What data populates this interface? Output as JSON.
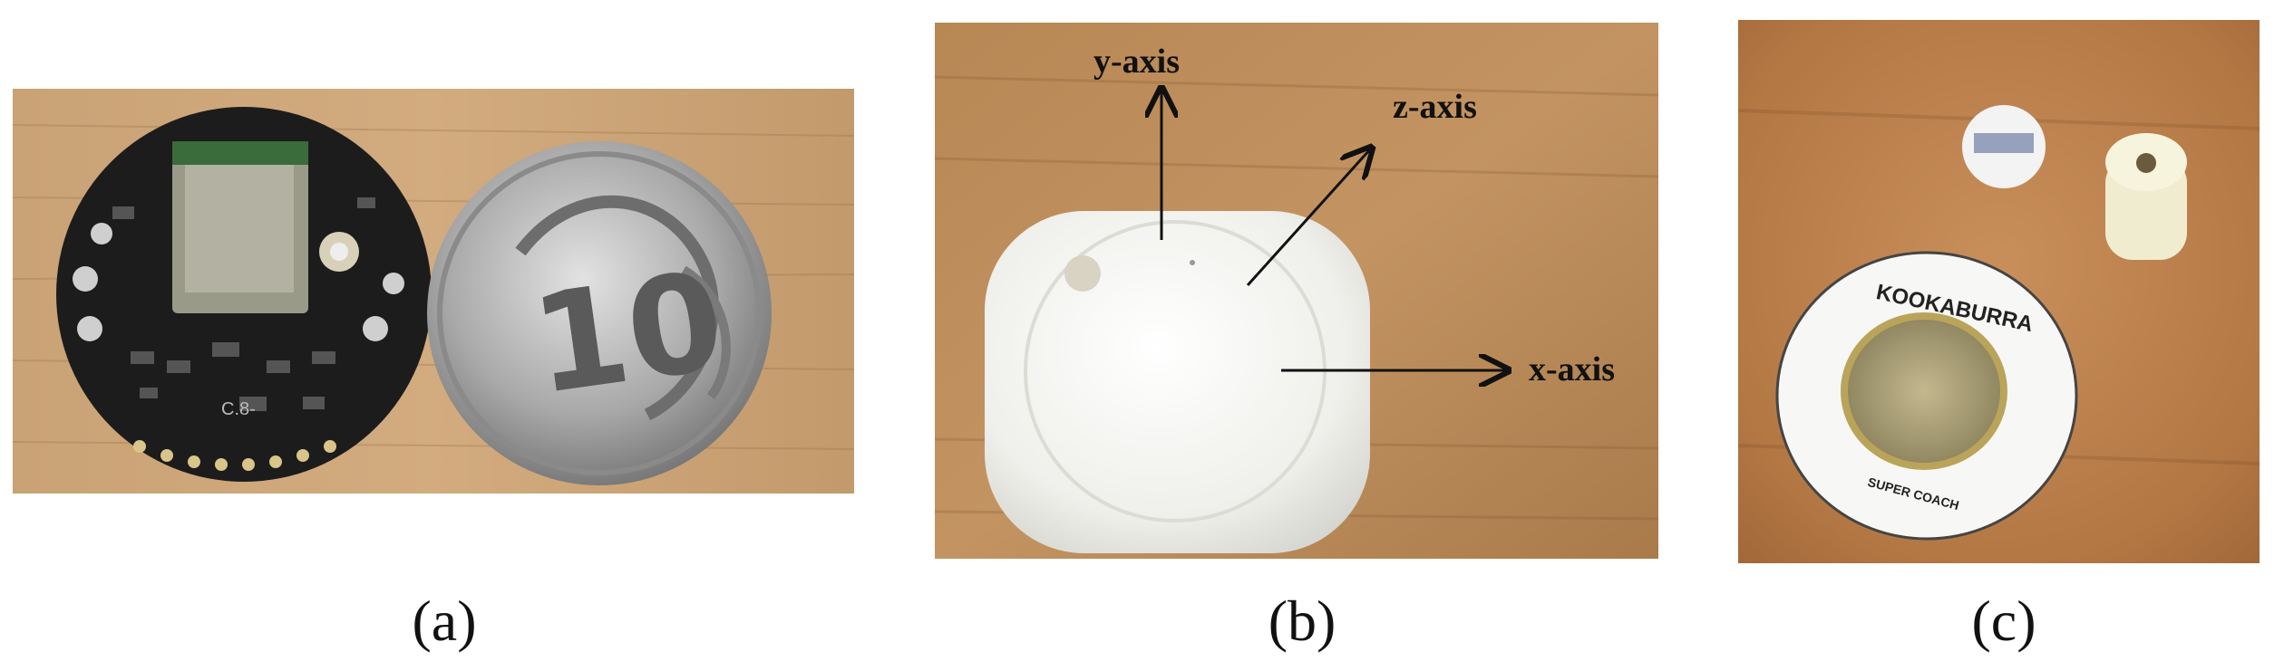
{
  "figure": {
    "panels": [
      {
        "id": "a",
        "caption": "(a)",
        "coin_numeral": "10",
        "board_silkscreen": "C.8-"
      },
      {
        "id": "b",
        "caption": "(b)",
        "axes": {
          "y": "y-axis",
          "z": "z-axis",
          "x": "x-axis"
        }
      },
      {
        "id": "c",
        "caption": "(c)",
        "ball_brand": "KOOKABURRA",
        "ball_model": "SUPER COACH"
      }
    ]
  },
  "colors": {
    "wood_light": "#c89a68",
    "wood_dark": "#a8754a",
    "pcb": "#1c1c1c",
    "coin": "#b9b9b9",
    "sensor_case": "#f2f2ef"
  }
}
